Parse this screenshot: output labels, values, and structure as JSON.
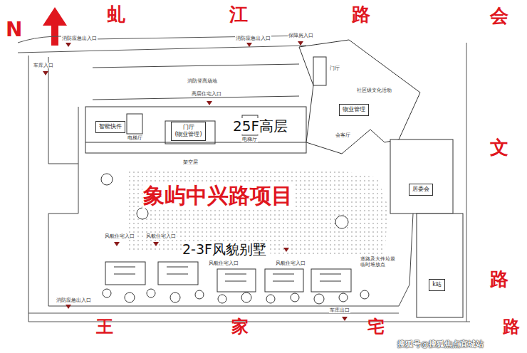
{
  "diagram": {
    "nodes": [
      {
        "text": [
          "智能快件"
        ]
      },
      {
        "text": [
          "门厅",
          "(物业管理)"
        ]
      },
      {
        "text": [
          "物业管理"
        ]
      },
      {
        "text": [
          "居委会"
        ]
      },
      {
        "text": [
          "k站"
        ]
      }
    ],
    "labels": [
      "虬江路",
      "会文路",
      "王家宅路",
      "N",
      "25F高层",
      "象屿中兴路项目",
      "2-3F风貌别墅",
      "消防应急出入口",
      "消防应急出入口",
      "保障房入口",
      "车库入口",
      "消防登高场地",
      "高层住宅入口",
      "电梯厅",
      "电梯厅",
      "架空层",
      "门厅",
      "社区级文化活动",
      "会客厅",
      "风貌住宅入口",
      "风貌住宅入口",
      "风貌住宅入口",
      "风貌住宅入口",
      "道路及大件垃圾临时堆放点",
      "车库出口",
      "消防应急出入口",
      "搜狐号@搜狐焦点宜城站"
    ]
  }
}
